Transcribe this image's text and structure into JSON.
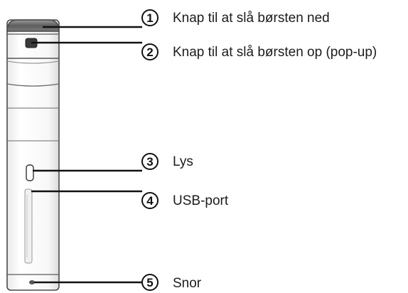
{
  "callouts": [
    {
      "number": "1",
      "label": "Knap til at slå børsten ned"
    },
    {
      "number": "2",
      "label": "Knap til at slå børsten op (pop-up)"
    },
    {
      "number": "3",
      "label": "Lys"
    },
    {
      "number": "4",
      "label": "USB-port"
    },
    {
      "number": "5",
      "label": "Snor"
    }
  ],
  "colors": {
    "body_outline": "#4a4a4a",
    "body_fill": "#fbfbfb",
    "cap": "#6e6e6e",
    "leader": "#111111"
  }
}
